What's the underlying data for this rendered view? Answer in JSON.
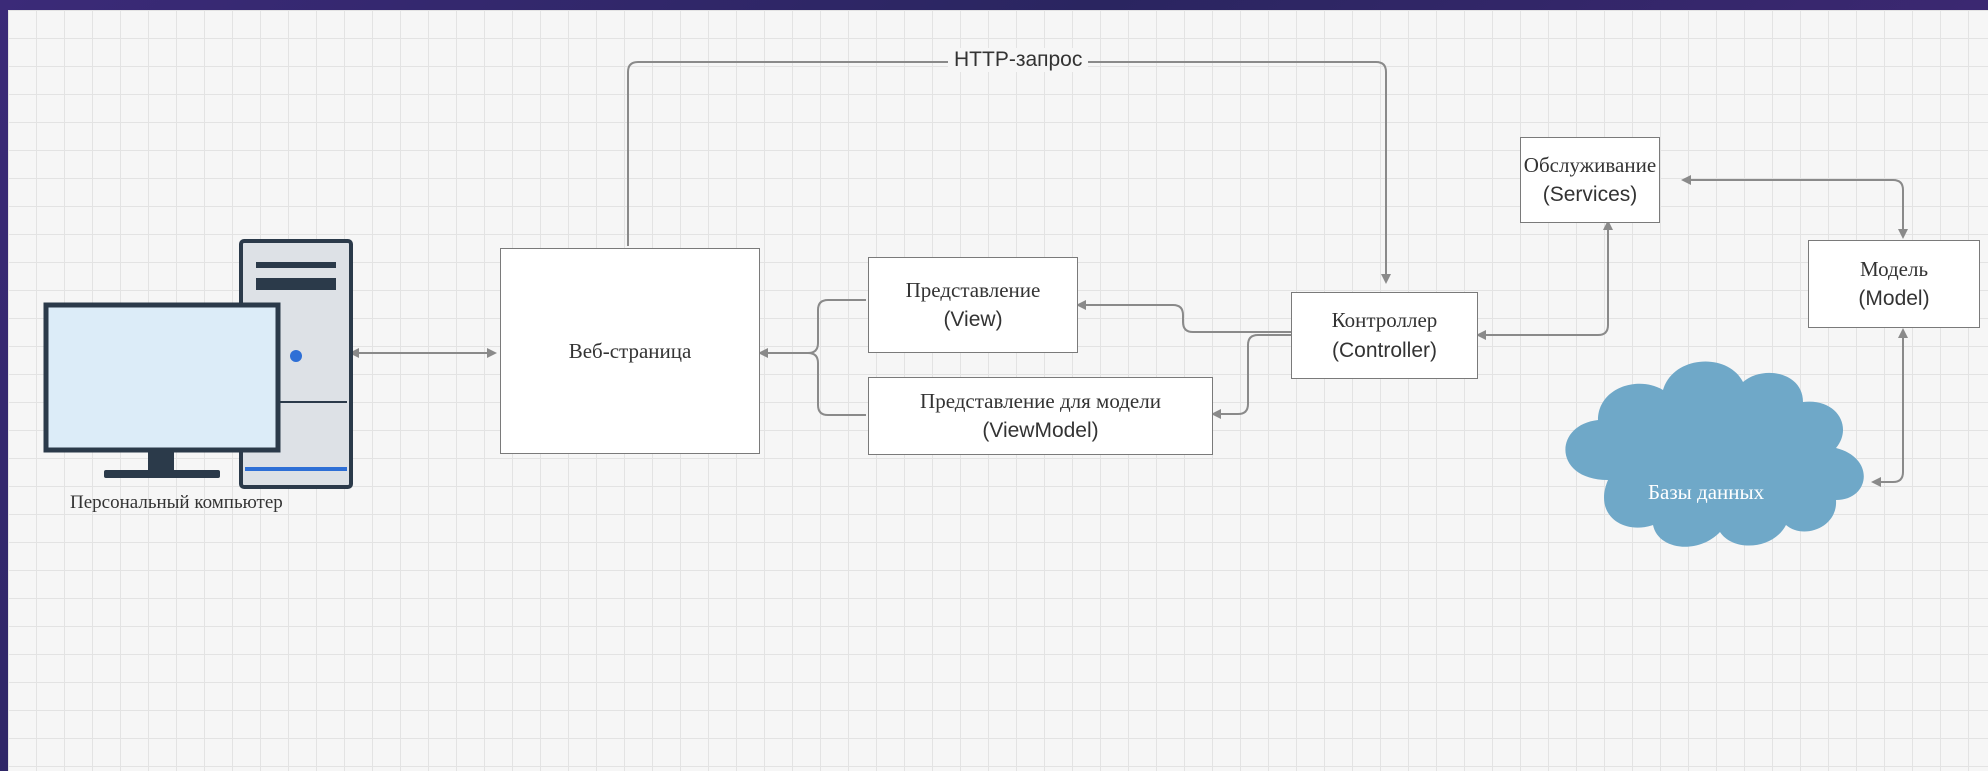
{
  "diagram": {
    "http_request_label": "HTTP-запрос",
    "pc_label": "Персональный компьютер",
    "web_page_label": "Веб-страница",
    "view": {
      "line1": "Представление",
      "line2": "(View)"
    },
    "view_model": {
      "line1": "Представление для модели",
      "line2": "(ViewModel)"
    },
    "controller": {
      "line1": "Контроллер",
      "line2": "(Controller)"
    },
    "services": {
      "line1": "Обслуживание",
      "line2": "(Services)"
    },
    "model": {
      "line1": "Модель",
      "line2": "(Model)"
    },
    "database_label": "Базы данных"
  },
  "colors": {
    "connector": "#8a8a8a",
    "cloud": "#6fa8c8",
    "monitor_screen": "#dcecf8",
    "computer_dark": "#2b3a4a",
    "tower_body": "#dde1e6",
    "power_led": "#2e6fd6"
  }
}
